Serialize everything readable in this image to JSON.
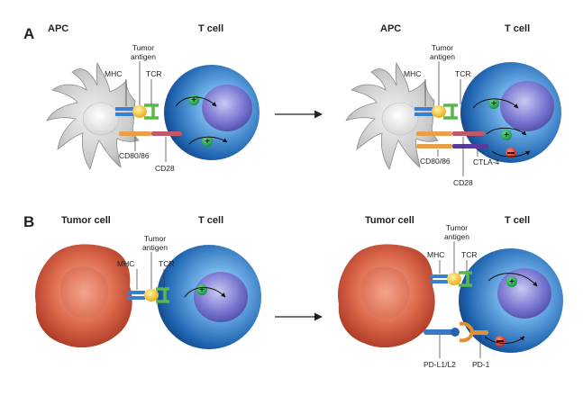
{
  "panels": {
    "a": {
      "letter": "A",
      "left": {
        "cell_label": "APC",
        "tcell_label": "T cell",
        "tumor_antigen": [
          "Tumor",
          "antigen"
        ],
        "mhc": "MHC",
        "tcr": "TCR",
        "cd80_86": "CD80/86",
        "cd28": "CD28"
      },
      "right": {
        "cell_label": "APC",
        "tcell_label": "T cell",
        "tumor_antigen": [
          "Tumor",
          "antigen"
        ],
        "mhc": "MHC",
        "tcr": "TCR",
        "cd80_86": "CD80/86",
        "cd28": "CD28",
        "ctla4": "CTLA-4"
      }
    },
    "b": {
      "letter": "B",
      "left": {
        "cell_label": "Tumor cell",
        "tcell_label": "T cell",
        "tumor_antigen": [
          "Tumor",
          "antigen"
        ],
        "mhc": "MHC",
        "tcr": "TCR"
      },
      "right": {
        "cell_label": "Tumor cell",
        "tcell_label": "T cell",
        "tumor_antigen": [
          "Tumor",
          "antigen"
        ],
        "mhc": "MHC",
        "tcr": "TCR",
        "pdl1": "PD-L1/L2",
        "pd1": "PD-1"
      }
    }
  },
  "colors": {
    "apc": "#c8c8c8",
    "tcell": "#2a6fb8",
    "tumor": "#d0543a",
    "stim": "#1a9a4a",
    "inhib": "#d0302a"
  }
}
